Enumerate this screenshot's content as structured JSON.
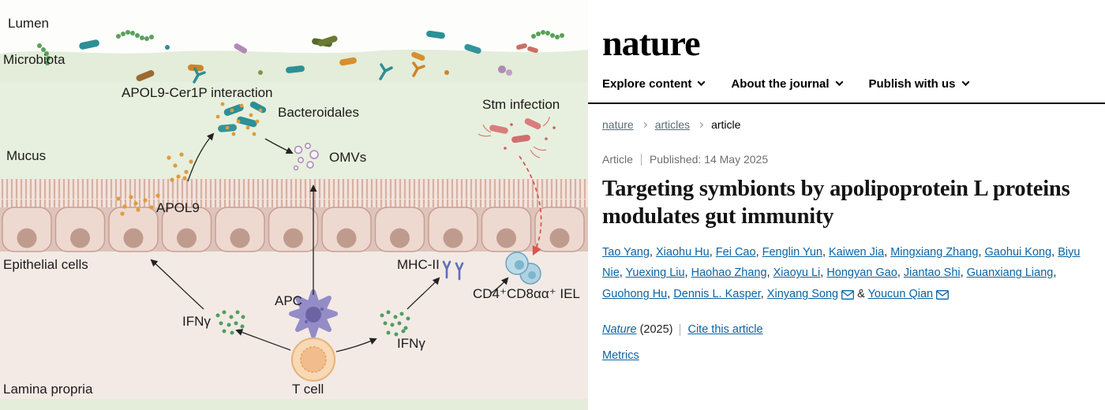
{
  "colors": {
    "link_blue": "#0a64a4",
    "meta_grey": "#6e6e6e",
    "stm_red": "#d9534f",
    "apol9_orange": "#e09b3a",
    "ifng_green": "#4f9e60",
    "apc_purple": "#948cc7",
    "tcell_orange": "#f2bc8c",
    "iel_blue": "#aed2e2",
    "mucus_green": "#e3edd9",
    "epithelial_pink": "#eed9d0"
  },
  "figure": {
    "labels": {
      "lumen": "Lumen",
      "microbiota": "Microbiota",
      "apol9_cer1p": "APOL9-Cer1P interaction",
      "bacteroidales": "Bacteroidales",
      "stm_infection": "Stm infection",
      "mucus": "Mucus",
      "omvs": "OMVs",
      "apol9": "APOL9",
      "epithelial_cells": "Epithelial cells",
      "mhc2": "MHC-II",
      "iel": "CD4⁺CD8αα⁺ IEL",
      "apc": "APC",
      "ifng_left": "IFNγ",
      "ifng_right": "IFNγ",
      "t_cell": "T cell",
      "lamina_propria": "Lamina propria"
    }
  },
  "header": {
    "logo": "nature",
    "nav": [
      {
        "label": "Explore content"
      },
      {
        "label": "About the journal"
      },
      {
        "label": "Publish with us"
      }
    ]
  },
  "breadcrumb": {
    "items": [
      {
        "label": "nature"
      },
      {
        "label": "articles"
      },
      {
        "label": "article"
      }
    ]
  },
  "article": {
    "type_label": "Article",
    "published_label": "Published:",
    "published_date": "14 May 2025",
    "title": "Targeting symbionts by apolipoprotein L proteins modulates gut immunity",
    "authors": [
      "Tao Yang",
      "Xiaohu Hu",
      "Fei Cao",
      "Fenglin Yun",
      "Kaiwen Jia",
      "Mingxiang Zhang",
      "Gaohui Kong",
      "Biyu Nie",
      "Yuexing Liu",
      "Haohao Zhang",
      "Xiaoyu Li",
      "Hongyan Gao",
      "Jiantao Shi",
      "Guanxiang Liang",
      "Guohong Hu",
      "Dennis L. Kasper"
    ],
    "corresponding_authors": [
      "Xinyang Song",
      "Youcun Qian"
    ],
    "author_delimiter": ", ",
    "author_separator": "&",
    "journal_name": "Nature",
    "year": "(2025)",
    "cite_link": "Cite this article",
    "metrics_link": "Metrics"
  }
}
